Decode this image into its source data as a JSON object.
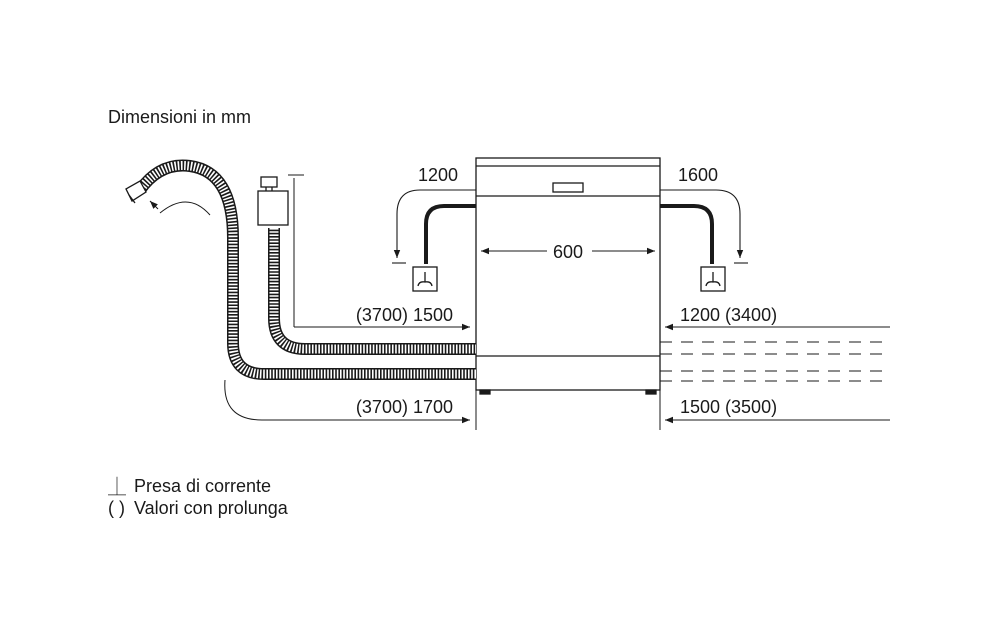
{
  "title": "Dimensioni in mm",
  "dimensions": {
    "left_top": "1200",
    "right_top": "1600",
    "width": "600",
    "left_mid": "(3700) 1500",
    "right_mid": "1200 (3400)",
    "left_bottom": "(3700) 1700",
    "right_bottom": "1500 (3500)"
  },
  "legend": {
    "socket_symbol": "⏊",
    "socket_label": "Presa di corrente",
    "extension_symbol": "( )",
    "extension_label": "Valori con prolunga"
  },
  "colors": {
    "line": "#1a1a1a",
    "background": "#ffffff"
  }
}
